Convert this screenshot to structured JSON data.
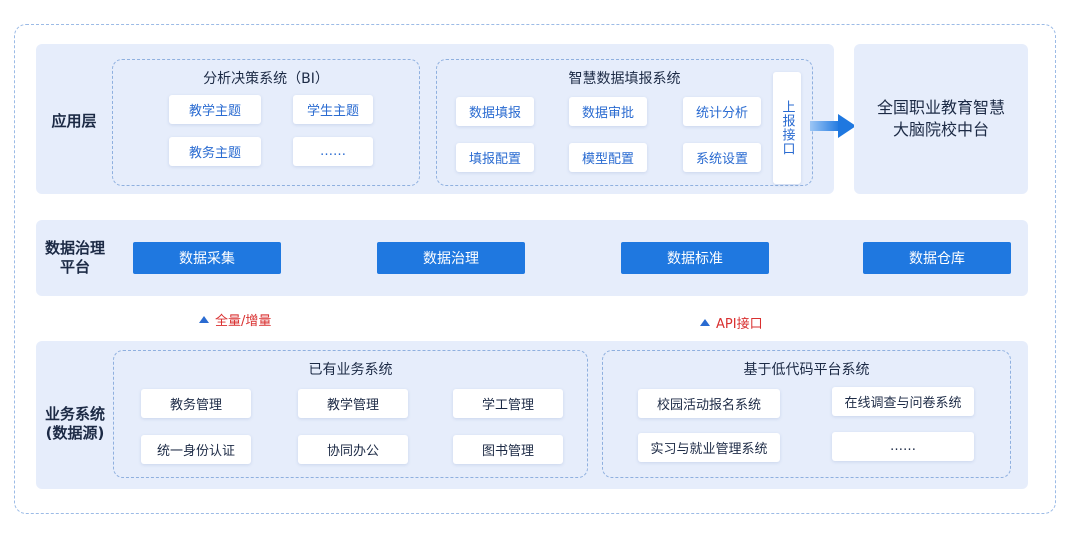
{
  "app_layer": {
    "label": "应用层",
    "bi": {
      "title": "分析决策系统（BI）",
      "items": [
        "教学主题",
        "学生主题",
        "教务主题",
        "……"
      ]
    },
    "report": {
      "title": "智慧数据填报系统",
      "items": [
        "数据填报",
        "数据审批",
        "统计分析",
        "填报配置",
        "模型配置",
        "系统设置"
      ],
      "interface_label": "上报接口"
    },
    "target": {
      "line1": "全国职业教育智慧",
      "line2": "大脑院校中台"
    }
  },
  "governance": {
    "label_line1": "数据治理",
    "label_line2": "平台",
    "items": [
      "数据采集",
      "数据治理",
      "数据标准",
      "数据仓库"
    ]
  },
  "flows": {
    "left": "全量/增量",
    "right": "API接口"
  },
  "business": {
    "label_line1": "业务系统",
    "label_line2": "(数据源)",
    "existing": {
      "title": "已有业务系统",
      "items": [
        "教务管理",
        "教学管理",
        "学工管理",
        "统一身份认证",
        "协同办公",
        "图书管理"
      ]
    },
    "lowcode": {
      "title": "基于低代码平台系统",
      "items": [
        "校园活动报名系统",
        "在线调查与问卷系统",
        "实习与就业管理系统",
        "……"
      ]
    }
  },
  "colors": {
    "accent": "#1f78e0",
    "band": "#e6edfb",
    "text_blue": "#2a6bd1",
    "flow_red": "#d93030"
  }
}
